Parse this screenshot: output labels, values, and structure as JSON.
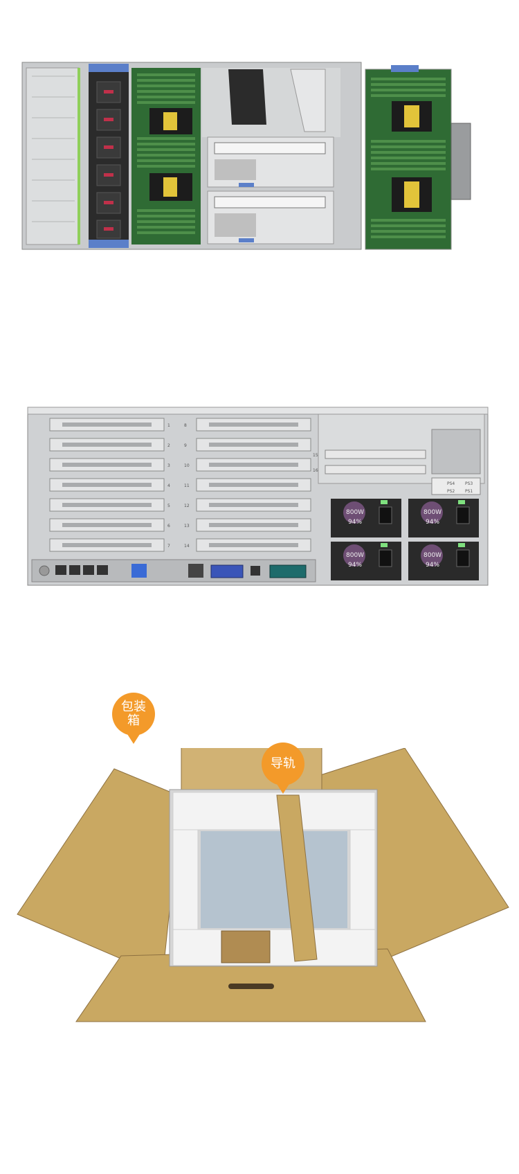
{
  "callouts": {
    "box": [
      "包装",
      "箱"
    ],
    "rail": "导轨"
  },
  "psus": [
    {
      "watt": "800W",
      "eff": "94%"
    },
    {
      "watt": "800W",
      "eff": "94%"
    },
    {
      "watt": "800W",
      "eff": "94%"
    },
    {
      "watt": "800W",
      "eff": "94%"
    }
  ],
  "psu_bay_labels": [
    "PS4",
    "PS3",
    "PS2",
    "PS1"
  ],
  "slot_numbers_left": [
    "1",
    "2",
    "3",
    "4",
    "5",
    "6",
    "7"
  ],
  "slot_numbers_right": [
    "8",
    "9",
    "10",
    "11",
    "12",
    "13",
    "14"
  ],
  "slot_numbers_upper": [
    "15",
    "16"
  ],
  "colors": {
    "pcb": "#2f6b34",
    "chassis": "#c9cbcd",
    "cardboard": "#c9a862",
    "foam": "#f3f3f3",
    "accent": "#f39a2a",
    "blue_latch": "#5b7fc9"
  }
}
